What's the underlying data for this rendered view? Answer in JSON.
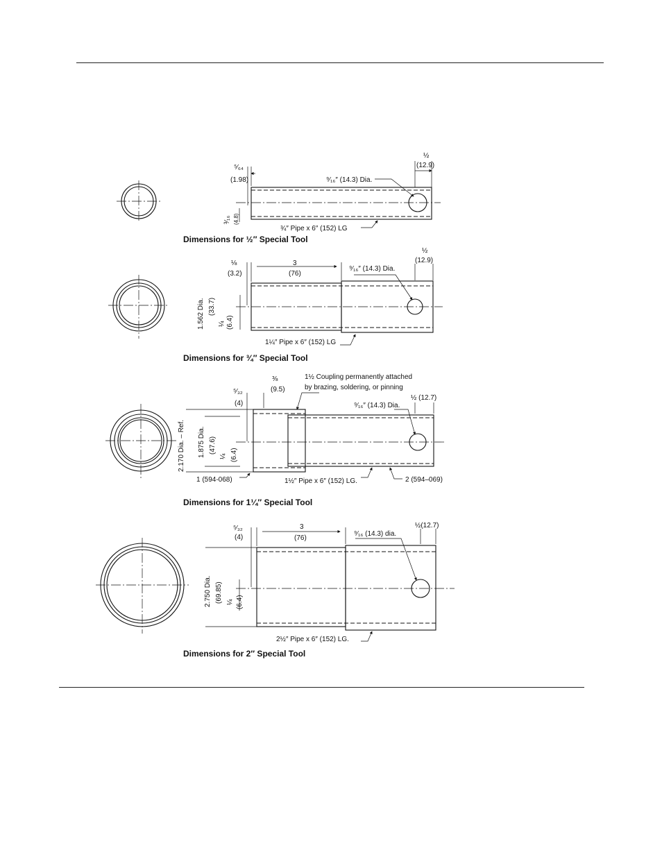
{
  "tools": [
    {
      "caption": "Dimensions for ½″ Special Tool",
      "labels": {
        "half": "½",
        "half_mm": "(12.9)",
        "fivesixtyfourth": "⁵⁄₆₄",
        "fivesixtyfourth_mm": "(1.98)",
        "hole": "⁹⁄₁₆″ (14.3) Dia.",
        "threesixteenth": "³⁄₁₆",
        "threesixteenth_mm": "(4.8)",
        "pipe": "¾″ Pipe x 6″ (152) LG"
      }
    },
    {
      "caption": "Dimensions for ¾″ Special Tool",
      "labels": {
        "eighth": "⅛",
        "eighth_mm": "(3.2)",
        "three": "3",
        "three_mm": "(76)",
        "hole": "⁹⁄₁₆″ (14.3) Dia.",
        "half": "½",
        "half_mm": "(12.9)",
        "dia": "1.562 Dia.",
        "dia_mm": "(33.7)",
        "quarter": "¼",
        "quarter_mm": "(6.4)",
        "pipe": "1¼″ Pipe x 6″ (152) LG"
      }
    },
    {
      "caption": "Dimensions for 1¼″ Special Tool",
      "labels": {
        "coupling_line1": "1½ Coupling permanently attached",
        "coupling_line2": "by brazing, soldering, or pinning",
        "fivethirtysecond": "⁵⁄₃₂",
        "fivethirtysecond_mm": "(4)",
        "threeeighth": "⅜",
        "threeeighth_mm": "(9.5)",
        "hole": "⁹⁄₁₆″ (14.3) Dia.",
        "half": "½ (12.7)",
        "ref": "2.170 Dia. – Ref.",
        "dia": "1.875 Dia.",
        "dia_mm": "(47.6)",
        "quarter": "¼",
        "quarter_mm": "(6.4)",
        "part1": "1 (594-068)",
        "pipe": "1½″ Pipe x 6″ (152) LG.",
        "part2": "2 (594–069)"
      }
    },
    {
      "caption": "Dimensions for 2″ Special Tool",
      "labels": {
        "fivethirtysecond": "⁵⁄₃₂",
        "fivethirtysecond_mm": "(4)",
        "three": "3",
        "three_mm": "(76)",
        "hole": "⁹⁄₁₆ (14.3) dia.",
        "half": "½(12.7)",
        "dia": "2.750 Dia.",
        "dia_mm": "(69.85)",
        "quarter": "¼",
        "quarter_mm": "(6.4)",
        "pipe": "2½″ Pipe x 6″ (152) LG."
      }
    }
  ]
}
